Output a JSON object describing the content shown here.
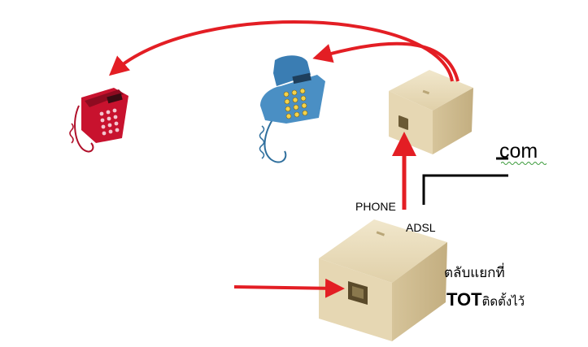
{
  "labels": {
    "com": "com",
    "phone": "PHONE",
    "adsl": "ADSL",
    "splitter_line1": "ตลับแยกที่",
    "splitter_brand": "TOT",
    "splitter_line2": "ติดตั้งไว้"
  },
  "colors": {
    "arrow": "#e31e24",
    "cable": "#000000",
    "jack_box": "#e9dcbd",
    "phone_red": "#c8122e",
    "phone_blue": "#4a8fc4"
  },
  "icons": {
    "red_phone": "telephone-red",
    "blue_phone": "telephone-blue",
    "upper_jack": "phone-jack-box",
    "lower_jack": "phone-jack-box-splitter"
  }
}
